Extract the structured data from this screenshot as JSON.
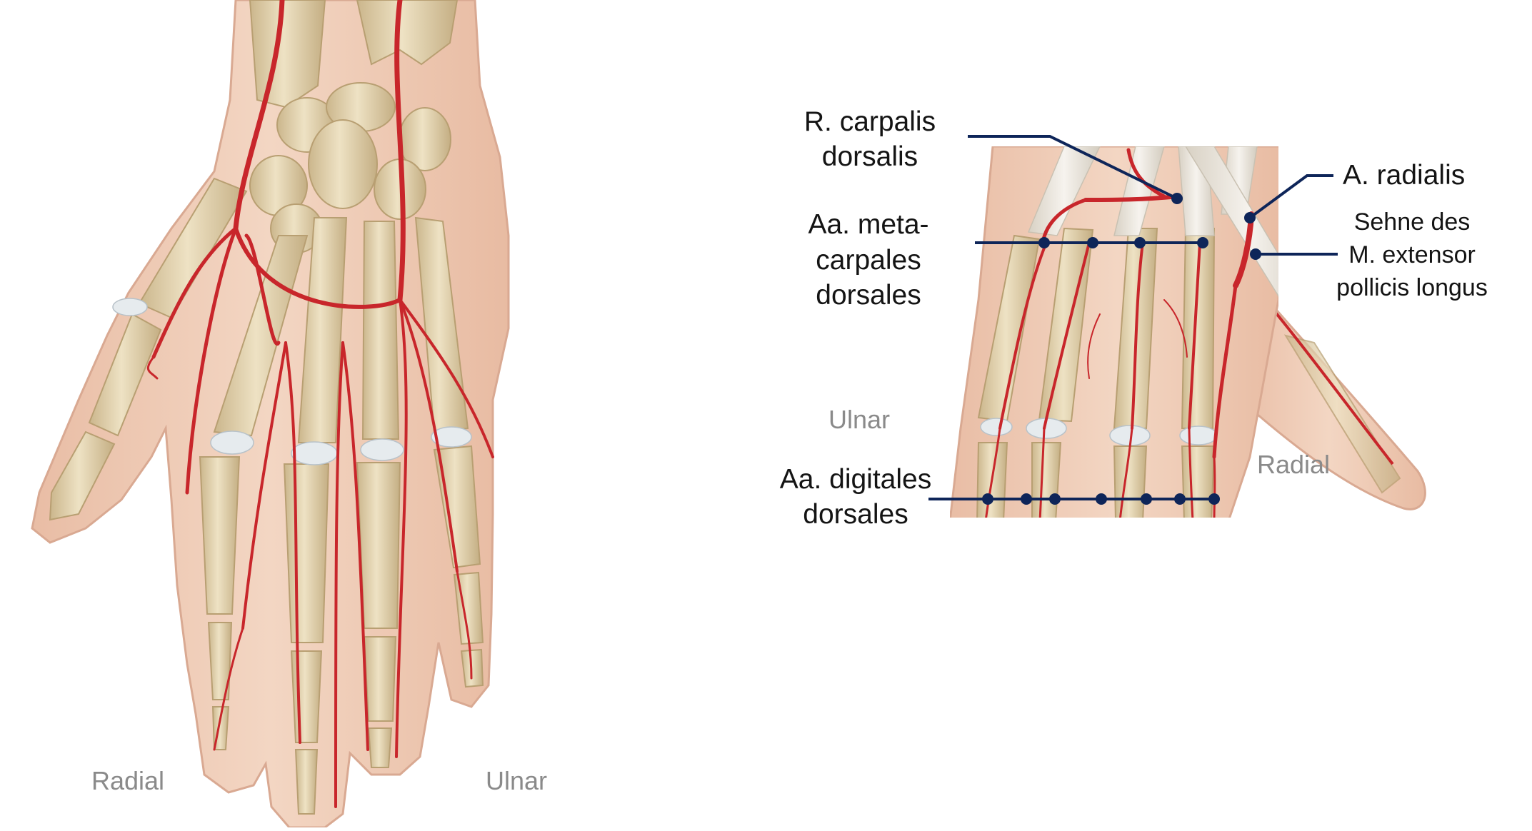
{
  "left_figure": {
    "side_left": "Radial",
    "side_right": "Ulnar"
  },
  "right_figure": {
    "labels": {
      "r_carpalis_line1": "R. carpalis",
      "r_carpalis_line2": "dorsalis",
      "aa_meta_line1": "Aa. meta-",
      "aa_meta_line2": "carpales",
      "aa_meta_line3": "dorsales",
      "a_radialis": "A. radialis",
      "sehne_line1": "Sehne des",
      "sehne_line2": "M. extensor",
      "sehne_line3": "pollicis longus",
      "ulnar": "Ulnar",
      "radial": "Radial",
      "aa_digitales_line1": "Aa. digitales",
      "aa_digitales_line2": "dorsales"
    }
  },
  "colors": {
    "skin": "#efcdb7",
    "skin_edge": "#d9a992",
    "bone": "#e3d2ad",
    "bone_edge": "#b89f72",
    "artery": "#c8262b",
    "artery_dark": "#8e1418",
    "tendon": "#e9e4dc",
    "leader": "#0e2559",
    "text_dark": "#141414",
    "text_grey": "#8a8a8a"
  }
}
